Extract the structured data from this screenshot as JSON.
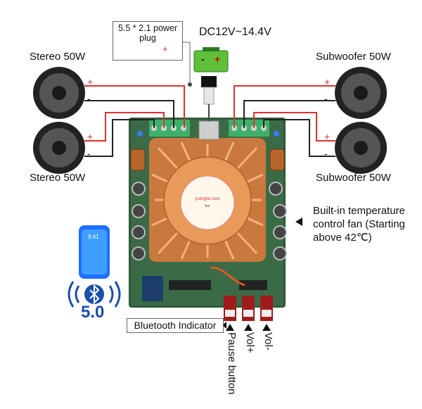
{
  "plug": {
    "line1": "5.5 * 2.1 power",
    "line2": "plug",
    "plus": "+"
  },
  "power": {
    "voltage": "DC12V~14.4V",
    "minus": "-",
    "plus": "+"
  },
  "speakers": {
    "stereo_top": "Stereo 50W",
    "stereo_bottom": "Stereo 50W",
    "sub_top": "Subwoofer 50W",
    "sub_bottom": "Subwoofer 50W",
    "plus": "+",
    "minus": "-"
  },
  "fan": {
    "line1": "Built-in temperature",
    "line2": "control fan (Starting",
    "line3": "above 42℃)"
  },
  "bluetooth": {
    "indicator": "Bluetooth Indicator",
    "version": "5.0",
    "phone_time": "9:41"
  },
  "buttons": {
    "pause": "Pause button",
    "vol_up": "Vol+",
    "vol_down": "Vol-"
  },
  "colors": {
    "wire_red": "#e03030",
    "wire_black": "#222222",
    "pcb_green": "#2f5a3a",
    "fan_copper": "#e89a5a",
    "bt_blue": "#1b4fa8"
  }
}
